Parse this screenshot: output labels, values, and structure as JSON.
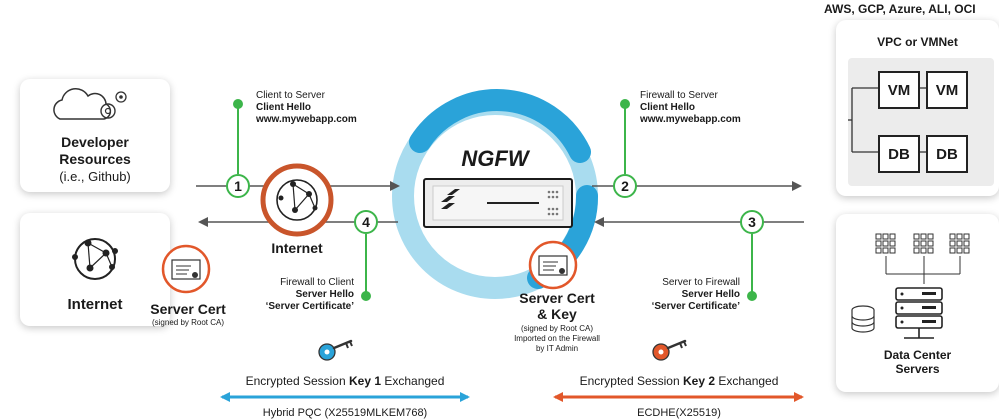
{
  "cloud": {
    "providers": "AWS, GCP, Azure, ALI, OCI",
    "vpc_title": "VPC or VMNet",
    "vm1": "VM",
    "vm2": "VM",
    "db1": "DB",
    "db2": "DB"
  },
  "developer": {
    "line1": "Developer",
    "line2": "Resources",
    "line3": "(i.e., Github)"
  },
  "internet_card": {
    "label": "Internet"
  },
  "internet_center": {
    "label": "Internet"
  },
  "ngfw": {
    "label": "NGFW"
  },
  "datacenter": {
    "line1": "Data Center",
    "line2": "Servers"
  },
  "steps": {
    "s1": {
      "number": "1",
      "line1": "Client to Server",
      "line2": "Client Hello",
      "line3": "www.mywebapp.com"
    },
    "s2": {
      "number": "2",
      "line1": "Firewall to Server",
      "line2": "Client Hello",
      "line3": "www.mywebapp.com"
    },
    "s3": {
      "number": "3",
      "line1": "Server to Firewall",
      "line2": "Server Hello",
      "line3": "‘Server Certificate’"
    },
    "s4": {
      "number": "4",
      "line1": "Firewall to Client",
      "line2": "Server Hello",
      "line3": "‘Server Certificate’"
    }
  },
  "server_cert": {
    "title": "Server Cert",
    "sub": "(signed by Root CA)"
  },
  "server_cert_key": {
    "title1": "Server Cert",
    "title2": "& Key",
    "sub1": "(signed by Root CA)",
    "sub2": "Imported on the Firewall",
    "sub3": "by IT Admin"
  },
  "session1": {
    "prefix": "Encrypted Session ",
    "key": "Key 1",
    "suffix": " Exchanged",
    "algo": "Hybrid PQC (X25519MLKEM768)"
  },
  "session2": {
    "prefix": "Encrypted Session ",
    "key": "Key 2",
    "suffix": " Exchanged",
    "algo": "ECDHE(X25519)"
  },
  "colors": {
    "green": "#3cb54a",
    "orange": "#e2572a",
    "blue": "#2aa3d9",
    "ring_light": "#a9dcef"
  }
}
